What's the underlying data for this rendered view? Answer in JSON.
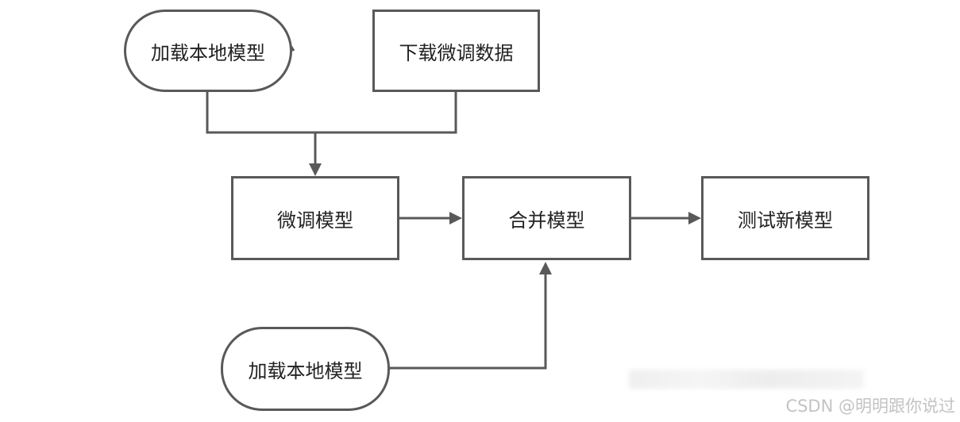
{
  "diagram": {
    "nodes": {
      "load_local_model_top": {
        "label": "加载本地模型",
        "shape": "terminator"
      },
      "download_finetune_data": {
        "label": "下载微调数据",
        "shape": "process"
      },
      "finetune_model": {
        "label": "微调模型",
        "shape": "process"
      },
      "merge_model": {
        "label": "合并模型",
        "shape": "process"
      },
      "test_new_model": {
        "label": "测试新模型",
        "shape": "process"
      },
      "load_local_model_bottom": {
        "label": "加载本地模型",
        "shape": "terminator"
      }
    },
    "edges": [
      {
        "from": "load_local_model_top",
        "to": "finetune_model"
      },
      {
        "from": "download_finetune_data",
        "to": "finetune_model"
      },
      {
        "from": "finetune_model",
        "to": "merge_model"
      },
      {
        "from": "merge_model",
        "to": "test_new_model"
      },
      {
        "from": "load_local_model_bottom",
        "to": "merge_model"
      }
    ]
  },
  "watermark": "CSDN @明明跟你说过",
  "colors": {
    "stroke": "#595959",
    "text": "#222222",
    "background": "#ffffff",
    "watermark": "#c3c3c3"
  }
}
